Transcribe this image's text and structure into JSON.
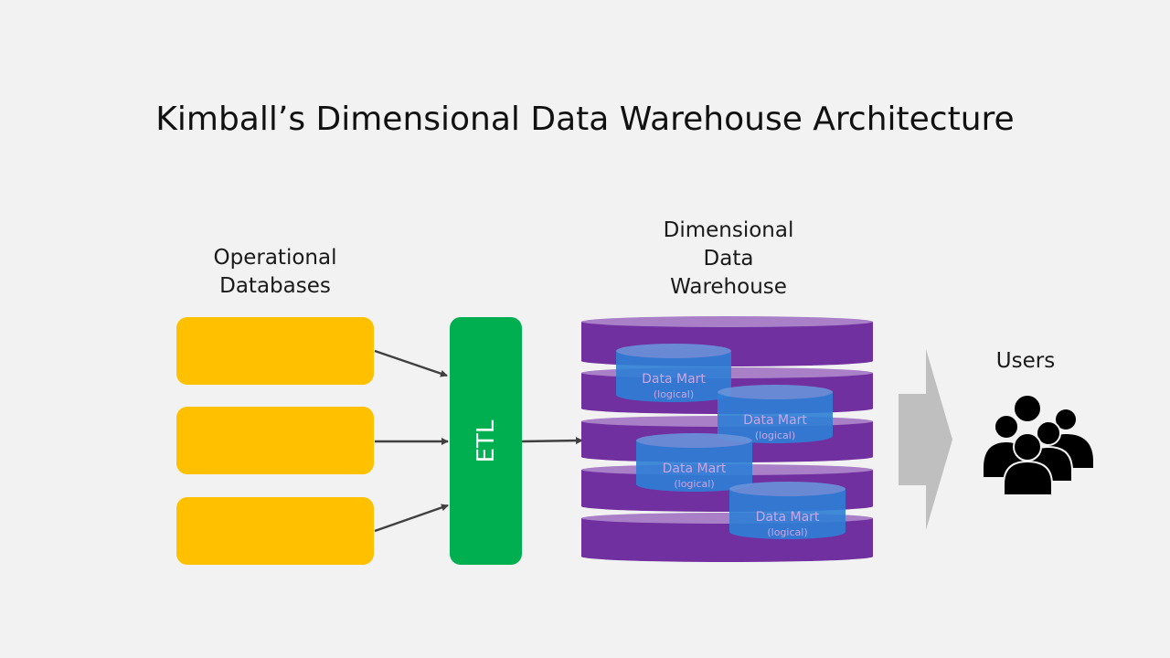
{
  "title": "Kimball’s Dimensional Data Warehouse Architecture",
  "sources": {
    "label_lines": [
      "Operational",
      "Databases"
    ],
    "boxes": 3,
    "color": "#FFC000"
  },
  "etl": {
    "label": "ETL",
    "color": "#00B050"
  },
  "warehouse": {
    "label_lines": [
      "Dimensional",
      "Data",
      "Warehouse"
    ],
    "body_color": "#7030A0",
    "rim_color": "#A97FC8",
    "layers": 5,
    "data_marts": [
      {
        "name": "Data Mart",
        "note": "(logical)"
      },
      {
        "name": "Data Mart",
        "note": "(logical)"
      },
      {
        "name": "Data Mart",
        "note": "(logical)"
      },
      {
        "name": "Data Mart",
        "note": "(logical)"
      }
    ],
    "mart_color": "#2E7FD6"
  },
  "users": {
    "label": "Users",
    "icon": "users-group-icon"
  },
  "flow_arrow_color": "#BFBFBF",
  "connector_color": "#404040"
}
